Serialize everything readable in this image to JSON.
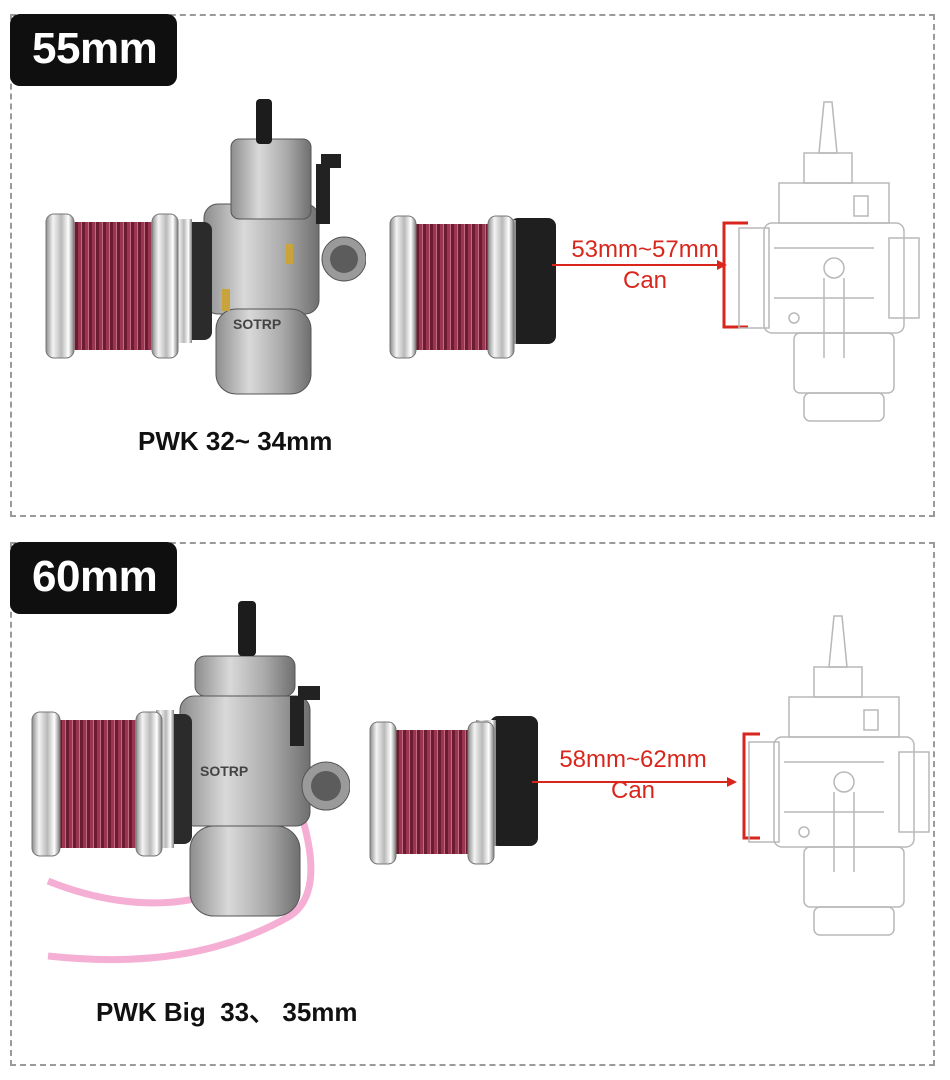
{
  "panels": [
    {
      "size": "55mm",
      "model": "PWK 32~ 34mm",
      "fit_range": "53mm~57mm",
      "fit_note": "Can"
    },
    {
      "size": "60mm",
      "model": "PWK Big  33、 35mm",
      "fit_range": "58mm~62mm",
      "fit_note": "Can"
    }
  ],
  "colors": {
    "arrow": "#d9261c",
    "filter_element": "#7a2338",
    "chrome": "#c9c9c9",
    "badge_bg": "#0f0f0f",
    "tube": "#f4a6cf"
  },
  "brand_mark": "SOTRP"
}
